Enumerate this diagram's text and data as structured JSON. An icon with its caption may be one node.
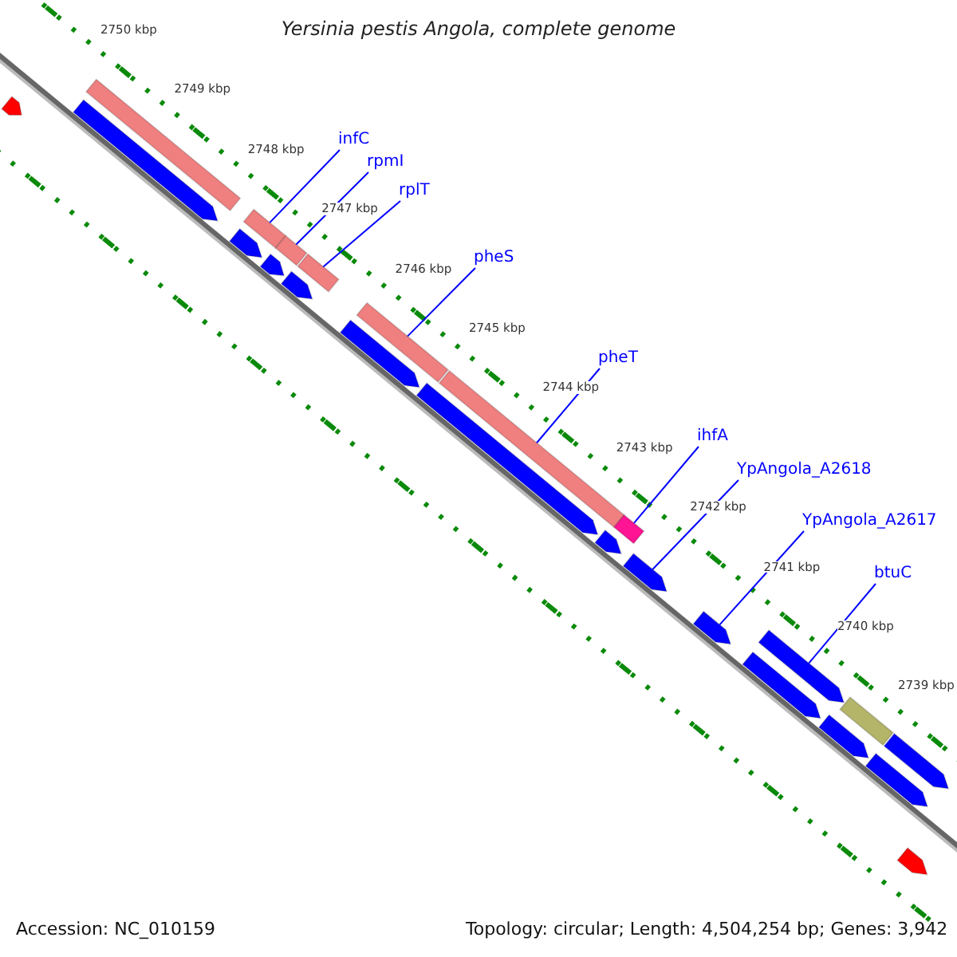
{
  "diagram": {
    "title": "Yersinia pestis Angola, complete genome",
    "nodes": [
      {
        "text": [
          "infC"
        ]
      },
      {
        "text": [
          "rpmI"
        ]
      },
      {
        "text": [
          "rplT"
        ]
      },
      {
        "text": [
          "pheS"
        ]
      },
      {
        "text": [
          "pheT"
        ]
      },
      {
        "text": [
          "ihfA"
        ]
      },
      {
        "text": [
          "YpAngola_A2618"
        ]
      },
      {
        "text": [
          "YpAngola_A2617"
        ]
      },
      {
        "text": [
          "btuC"
        ]
      },
      {
        "text": [],
        "shape": "pentagon"
      },
      {
        "text": [],
        "shape": "bar"
      },
      {
        "text": [],
        "shape": "pentagon"
      },
      {
        "text": [],
        "shape": "bar"
      },
      {
        "text": [],
        "shape": "pentagon"
      },
      {
        "text": [],
        "shape": "bar"
      },
      {
        "text": [],
        "shape": "pentagon"
      },
      {
        "text": [],
        "shape": "pentagon"
      },
      {
        "text": [],
        "shape": "bar"
      },
      {
        "text": [],
        "shape": "pentagon"
      },
      {
        "text": [],
        "shape": "bar"
      },
      {
        "text": [],
        "shape": "pentagon"
      },
      {
        "text": [],
        "shape": "bar"
      },
      {
        "text": [],
        "shape": "pentagon"
      },
      {
        "text": [],
        "shape": "bar"
      },
      {
        "text": [],
        "shape": "pentagon"
      },
      {
        "text": [],
        "shape": "pentagon"
      },
      {
        "text": [],
        "shape": "pentagon"
      },
      {
        "text": [],
        "shape": "pentagon"
      },
      {
        "text": [],
        "shape": "pentagon"
      },
      {
        "text": [],
        "shape": "bar"
      },
      {
        "text": [],
        "shape": "pentagon"
      },
      {
        "text": [],
        "shape": "pentagon"
      },
      {
        "text": [],
        "shape": "pentagon"
      }
    ],
    "edges": [
      {
        "from": 0,
        "to": 12,
        "arrow": "none"
      },
      {
        "from": 1,
        "to": 14,
        "arrow": "none"
      },
      {
        "from": 2,
        "to": 17,
        "arrow": "none"
      },
      {
        "from": 3,
        "to": 19,
        "arrow": "none"
      },
      {
        "from": 4,
        "to": 21,
        "arrow": "none"
      },
      {
        "from": 5,
        "to": 23,
        "arrow": "none"
      },
      {
        "from": 6,
        "to": 24,
        "arrow": "none"
      },
      {
        "from": 7,
        "to": 25,
        "arrow": "none"
      },
      {
        "from": 8,
        "to": 26,
        "arrow": "none"
      }
    ],
    "labels": [
      "2750 kbp",
      "2749 kbp",
      "2748 kbp",
      "2747 kbp",
      "2746 kbp",
      "2745 kbp",
      "2744 kbp",
      "2743 kbp",
      "2742 kbp",
      "2741 kbp",
      "2740 kbp",
      "2739 kbp",
      "Accession: NC_010159",
      "Topology: circular; Length: 4,504,254 bp; Genes: 3,942"
    ]
  }
}
